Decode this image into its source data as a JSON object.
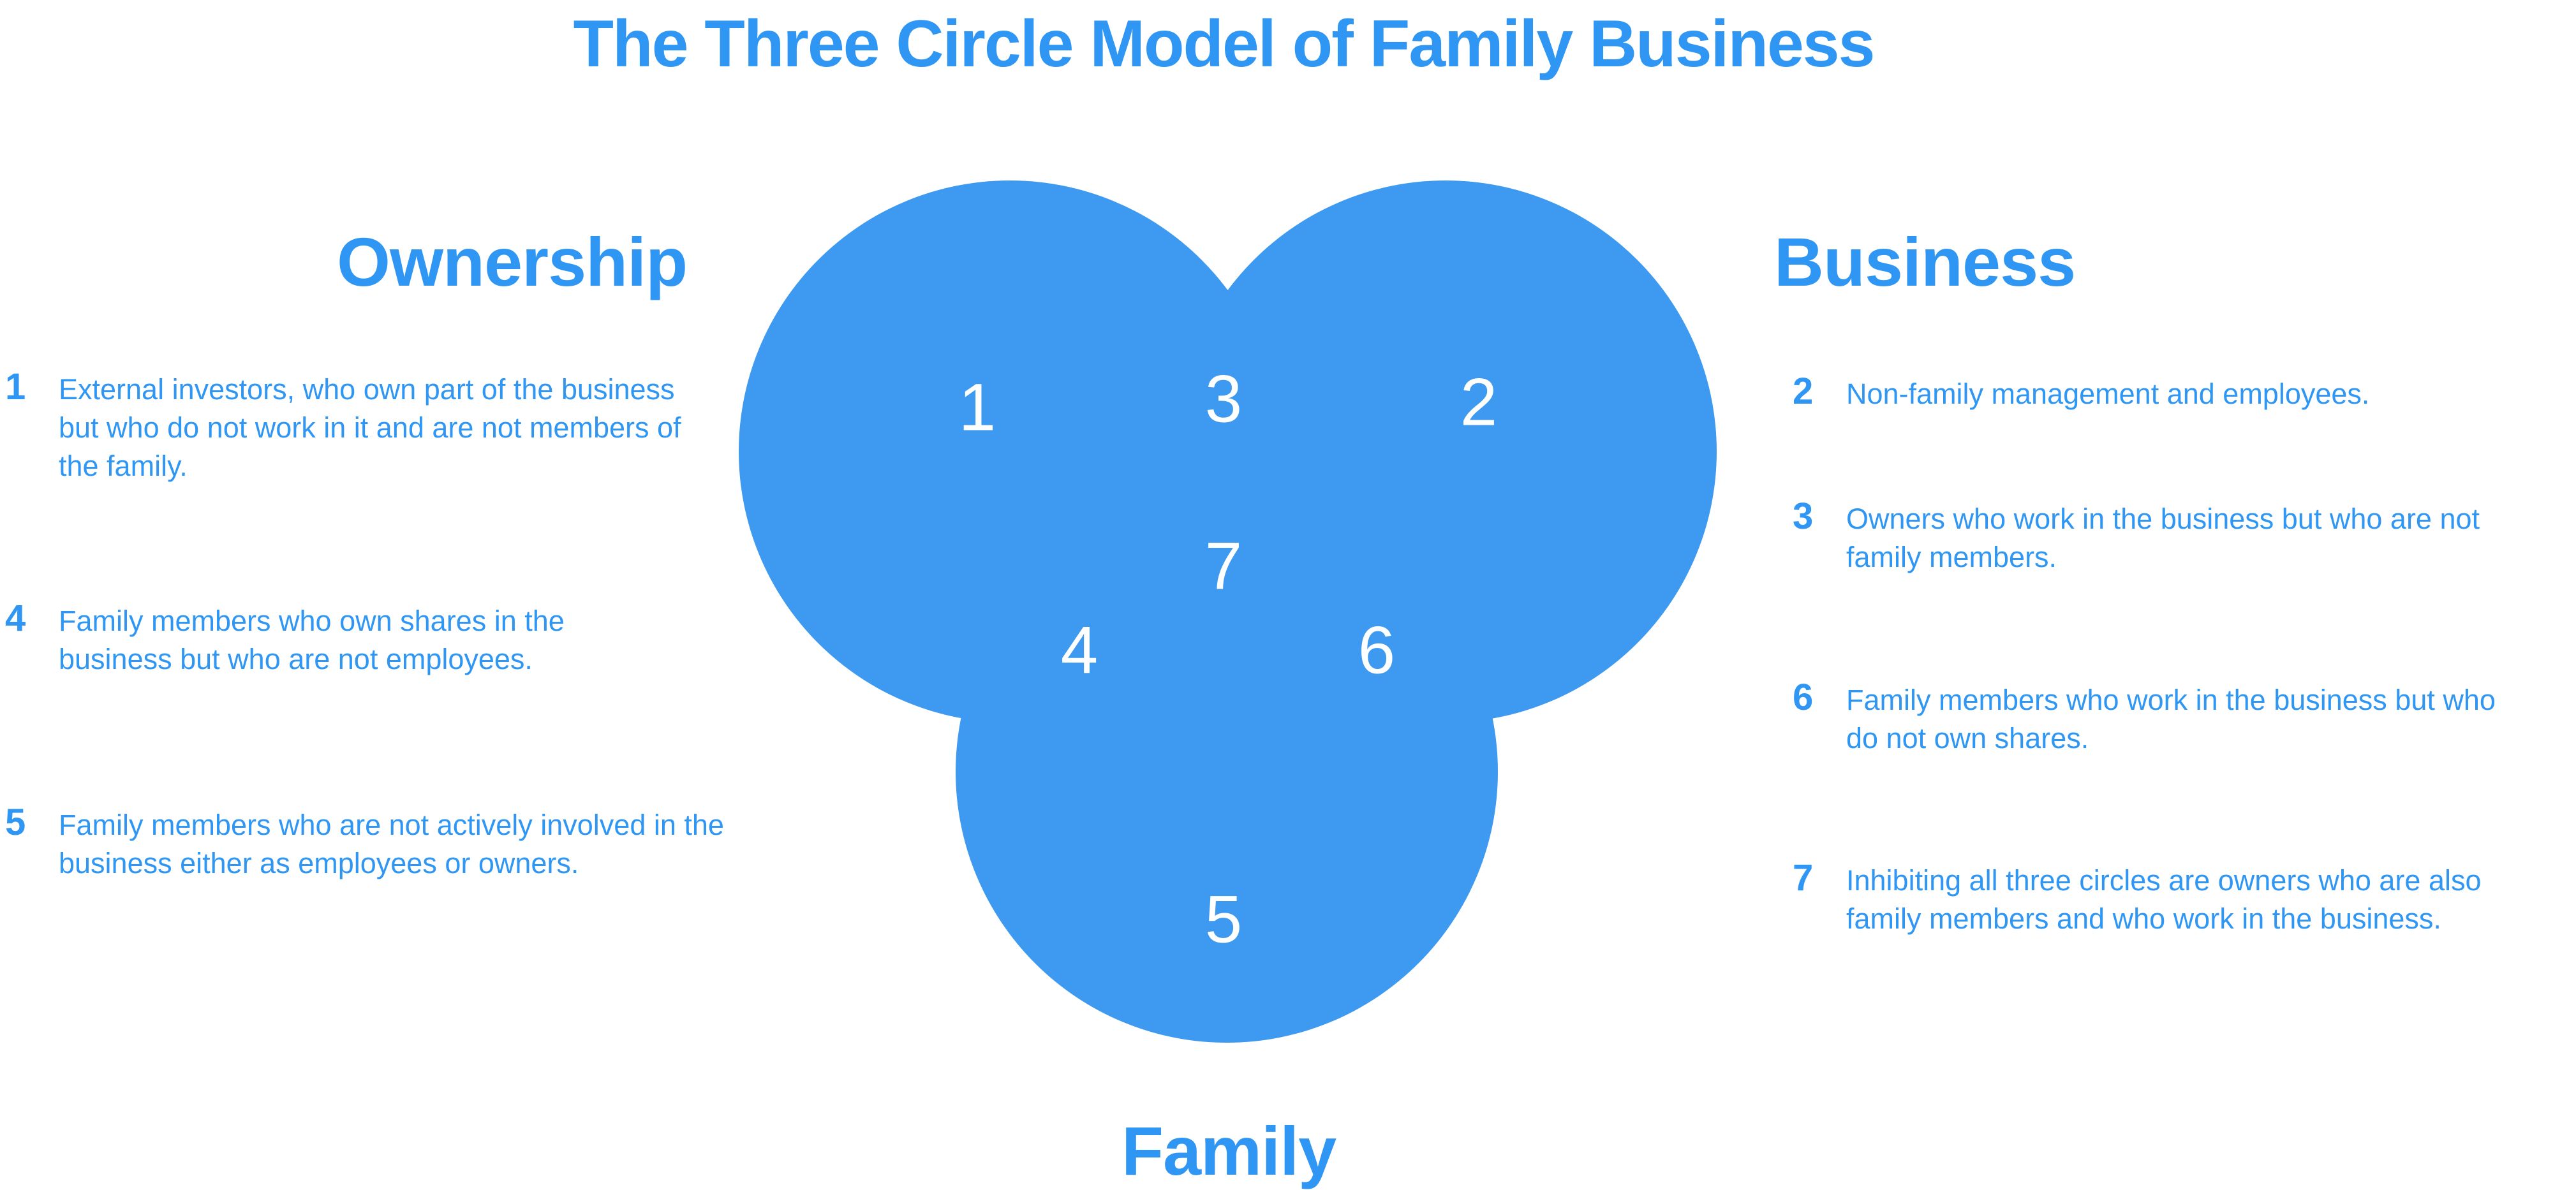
{
  "title": "The Three Circle Model of Family Business",
  "colors": {
    "accent": "#2F97F3",
    "circle_fill": "#3E9AF0",
    "number_on_circle": "#FFFFFF"
  },
  "diagram": {
    "type": "venn",
    "circles": [
      {
        "label": "Ownership"
      },
      {
        "label": "Business"
      },
      {
        "label": "Family"
      }
    ],
    "regions": [
      "1",
      "2",
      "3",
      "4",
      "5",
      "6",
      "7"
    ]
  },
  "legend_left": [
    {
      "number": "1",
      "text": "External investors, who own part of the business but who do not work in it and are not members of the family."
    },
    {
      "number": "4",
      "text": "Family members who own shares in the business but who are not employees."
    },
    {
      "number": "5",
      "text": "Family members who are not actively involved in the business either as employees or owners."
    }
  ],
  "legend_right": [
    {
      "number": "2",
      "text": "Non-family management and employees."
    },
    {
      "number": "3",
      "text": "Owners who work in the business but who are not family members."
    },
    {
      "number": "6",
      "text": "Family members who work in the business but who do not own shares."
    },
    {
      "number": "7",
      "text": "Inhibiting all three circles are owners who are also family members and who work in the business."
    }
  ]
}
